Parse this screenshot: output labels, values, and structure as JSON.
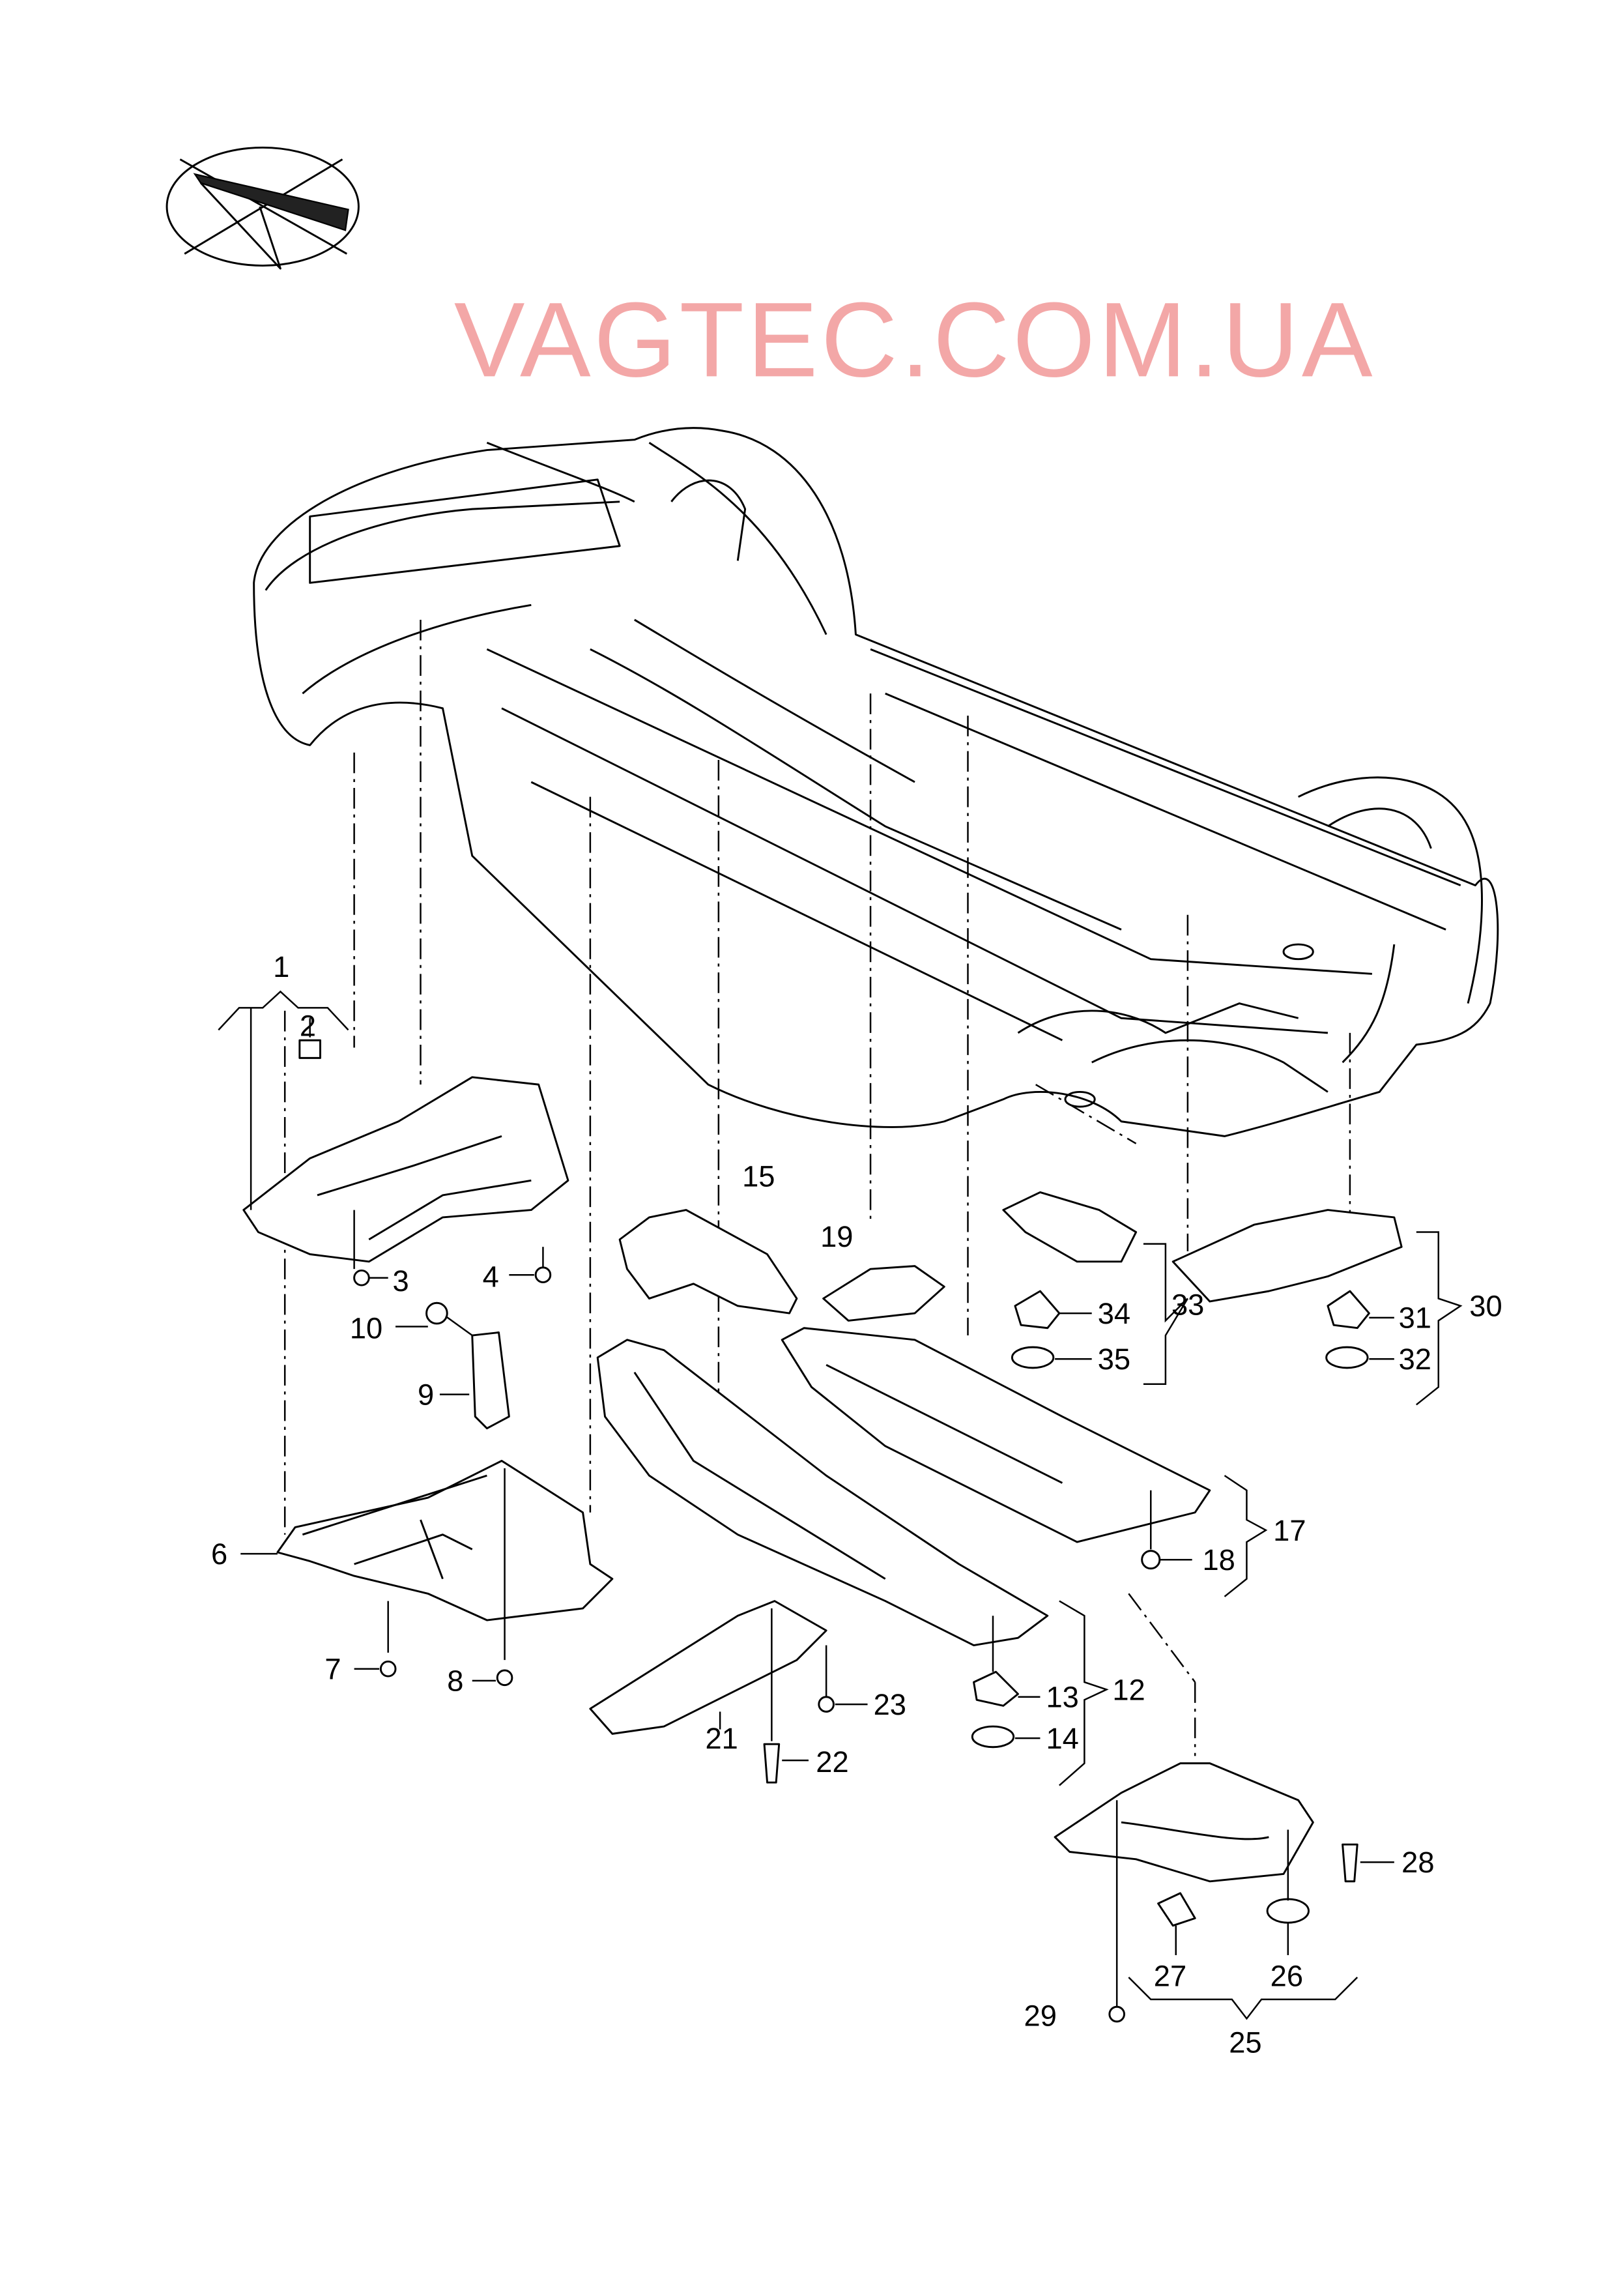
{
  "watermark": "VAGTEC.COM.UA",
  "colors": {
    "watermark": "#f08a8a",
    "line": "#000000"
  },
  "icons": [
    "view-direction-icon"
  ],
  "labels": {
    "p1": "1",
    "p2": "2",
    "p3": "3",
    "p4": "4",
    "p6": "6",
    "p7": "7",
    "p8": "8",
    "p9": "9",
    "p10": "10",
    "p12": "12",
    "p13": "13",
    "p14": "14",
    "p15": "15",
    "p17": "17",
    "p18": "18",
    "p19": "19",
    "p21": "21",
    "p22": "22",
    "p23": "23",
    "p25": "25",
    "p26": "26",
    "p27": "27",
    "p28": "28",
    "p29": "29",
    "p30": "30",
    "p31": "31",
    "p32": "32",
    "p33": "33",
    "p34": "34",
    "p35": "35"
  }
}
